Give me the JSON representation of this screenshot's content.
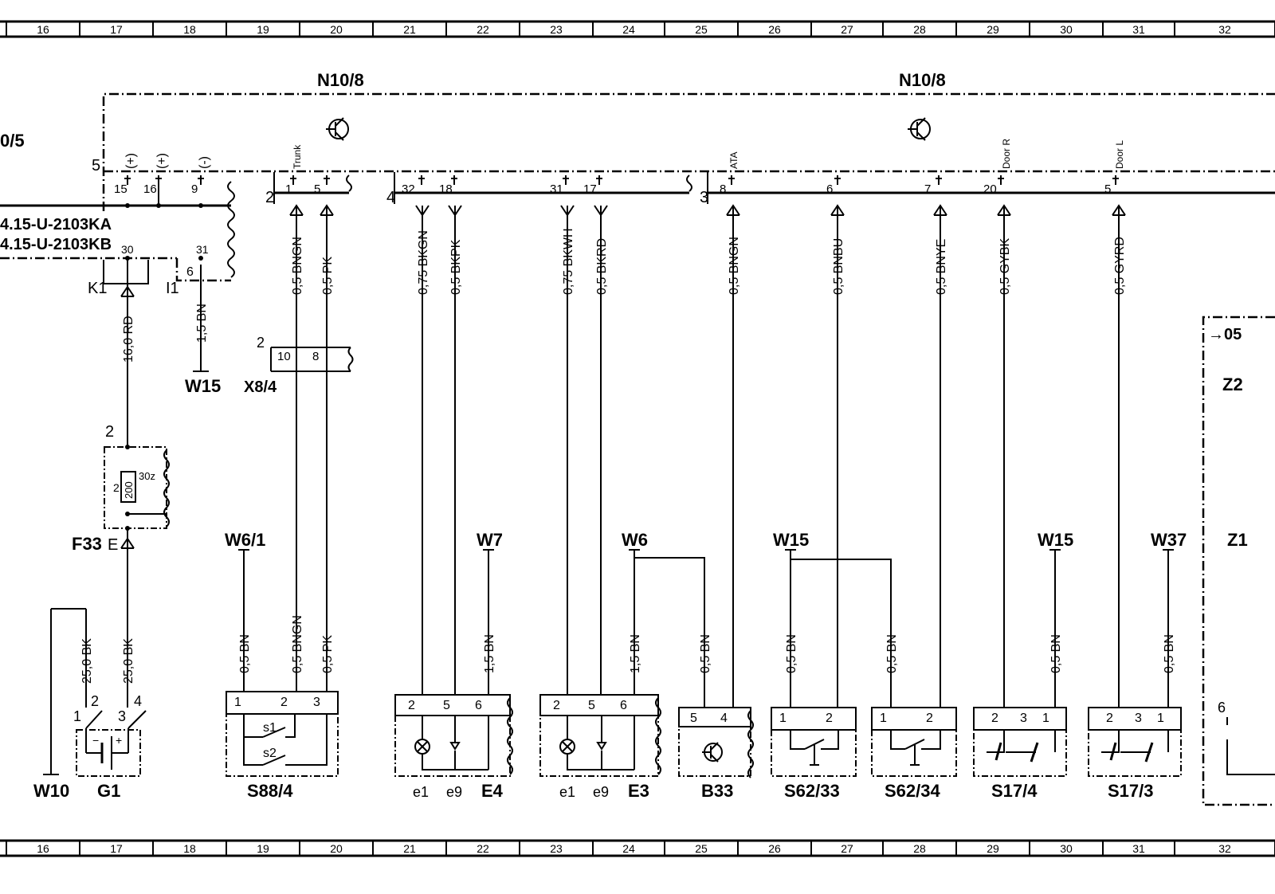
{
  "grid": {
    "columns": [
      "16",
      "17",
      "18",
      "19",
      "20",
      "21",
      "22",
      "23",
      "24",
      "25",
      "26",
      "27",
      "28",
      "29",
      "30",
      "31",
      "32"
    ]
  },
  "control_unit": {
    "labels": [
      "N10/8",
      "N10/8"
    ],
    "left_ref": "0/5",
    "variant_a": "4.15-U-2103KA",
    "variant_b": "4.15-U-2103KB"
  },
  "connectors": {
    "c5": "5",
    "c2": "2",
    "c4": "4",
    "c3": "3",
    "pin_labels": [
      "(+)",
      "(+)",
      "(-)",
      "Trunk",
      "ATA",
      "Door R",
      "Door L"
    ],
    "pins": [
      "15",
      "16",
      "9",
      "1",
      "5",
      "32",
      "18",
      "31",
      "17",
      "8",
      "6",
      "7",
      "20",
      "5"
    ],
    "k_pins": [
      "30",
      "31",
      "6"
    ],
    "k1": "K1",
    "i1": "I1"
  },
  "wires": [
    {
      "label": "0,5 BNGN"
    },
    {
      "label": "0,5 PK"
    },
    {
      "label": "0,75 BKGN"
    },
    {
      "label": "0,5 BKPK"
    },
    {
      "label": "0,75 BKWH"
    },
    {
      "label": "0,5 BKRD"
    },
    {
      "label": "0,5 BNGN"
    },
    {
      "label": "0,5 BNBU"
    },
    {
      "label": "0,5 BNYE"
    },
    {
      "label": "0,5 GYBK"
    },
    {
      "label": "0,5 GYRD"
    },
    {
      "label": "16,0 RD"
    },
    {
      "label": "1,5 BN"
    }
  ],
  "lower_wires": [
    {
      "label": "25,0 BK"
    },
    {
      "label": "25,0 BK"
    },
    {
      "label": "0,5 BN"
    },
    {
      "label": "0,5 BNGN"
    },
    {
      "label": "0,5 PK"
    },
    {
      "label": "1,5 BN"
    },
    {
      "label": "1,5 BN"
    },
    {
      "label": "0,5 BN"
    },
    {
      "label": "0,5 BN"
    },
    {
      "label": "0,5 BN"
    },
    {
      "label": "0,5 BN"
    },
    {
      "label": "0,5 BN"
    }
  ],
  "grounds": [
    "W15",
    "W6/1",
    "W7",
    "W6",
    "W15",
    "W15",
    "W37",
    "W10"
  ],
  "components": {
    "x8_4": "X8/4",
    "x8_pins": [
      "2",
      "10",
      "8"
    ],
    "f33": "F33",
    "f33_e": "E",
    "fuse_pin_top": "2",
    "fuse_pin_side": "2",
    "fuse_rating": "200",
    "fuse_code": "30z",
    "g1": "G1",
    "g1_pins": [
      "1",
      "2",
      "3",
      "4"
    ],
    "s88_4": "S88/4",
    "s88_pins": [
      "1",
      "2",
      "3"
    ],
    "s88_switches": [
      "s1",
      "s2"
    ],
    "e4": "E4",
    "e3": "E3",
    "lamp_pins": [
      "2",
      "5",
      "6"
    ],
    "lamp_parts": [
      "e1",
      "e9"
    ],
    "b33": "B33",
    "b33_pins": [
      "5",
      "4"
    ],
    "s62_33": "S62/33",
    "s62_34": "S62/34",
    "s62_pins": [
      "1",
      "2"
    ],
    "s17_4": "S17/4",
    "s17_3": "S17/3",
    "s17_pins": [
      "2",
      "3",
      "1"
    ],
    "right_ref": "05",
    "z_labels": [
      "Z2",
      "Z1"
    ],
    "right_pin": "6"
  }
}
